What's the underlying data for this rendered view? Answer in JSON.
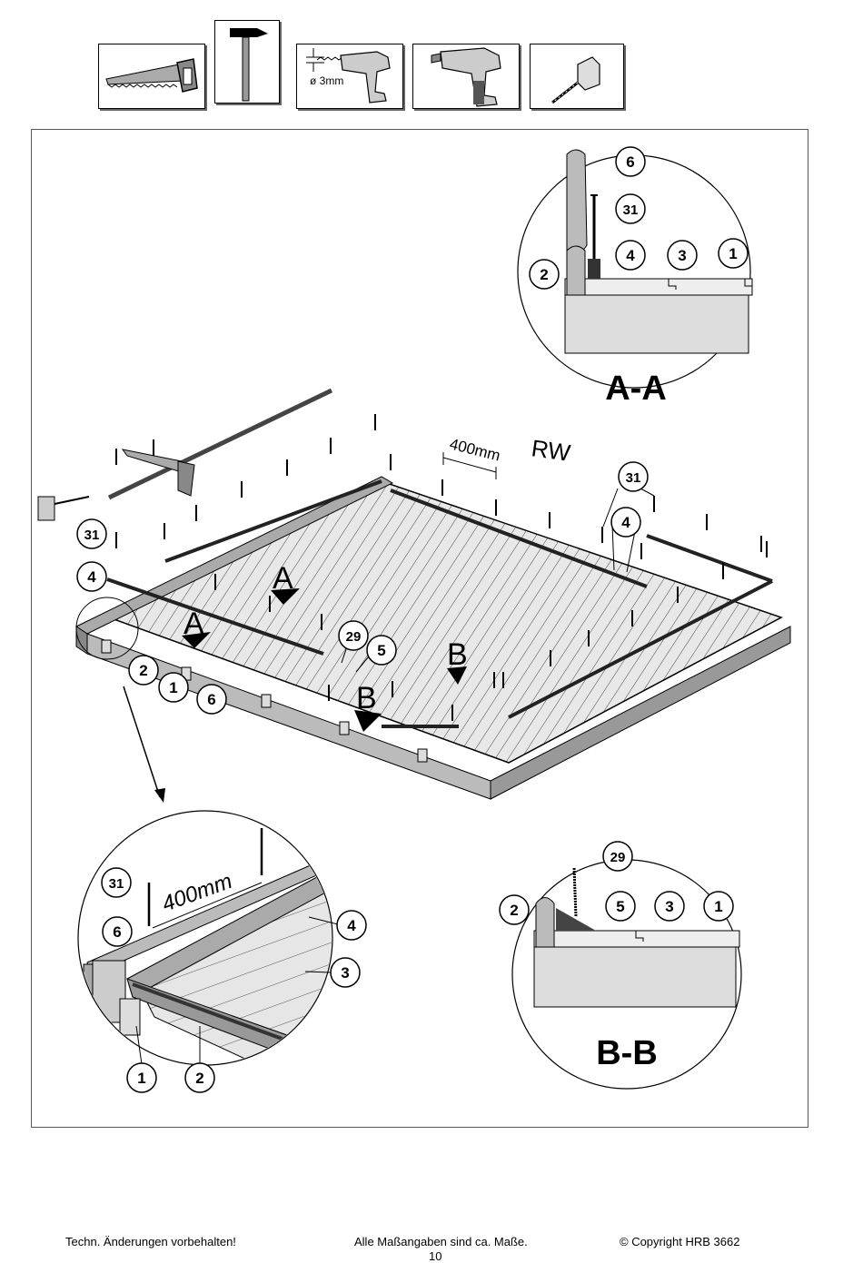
{
  "tools": [
    {
      "icon": "saw-icon"
    },
    {
      "icon": "hammer-icon"
    },
    {
      "icon": "drill-bit-icon",
      "label": "ø 3mm"
    },
    {
      "icon": "drill-icon"
    },
    {
      "icon": "tape-measure-icon"
    }
  ],
  "section_aa": {
    "title": "A-A",
    "callouts": [
      "6",
      "31",
      "4",
      "3",
      "1",
      "2"
    ]
  },
  "section_bb": {
    "title": "B-B",
    "callouts": [
      "29",
      "2",
      "5",
      "3",
      "1"
    ]
  },
  "main_view": {
    "dimension": "400mm",
    "wall_label": "RW",
    "section_marks": [
      "A",
      "A",
      "B",
      "B"
    ],
    "callouts": [
      "31",
      "4",
      "31",
      "4",
      "29",
      "5",
      "2",
      "1",
      "6"
    ]
  },
  "detail_view": {
    "dimension": "400mm",
    "callouts": [
      "31",
      "6",
      "4",
      "3",
      "1",
      "2"
    ]
  },
  "footer": {
    "left": "Techn. Änderungen vorbehalten!",
    "center": "Alle Maßangaben sind ca. Maße.",
    "page": "10",
    "right": "© Copyright HRB 3662"
  }
}
